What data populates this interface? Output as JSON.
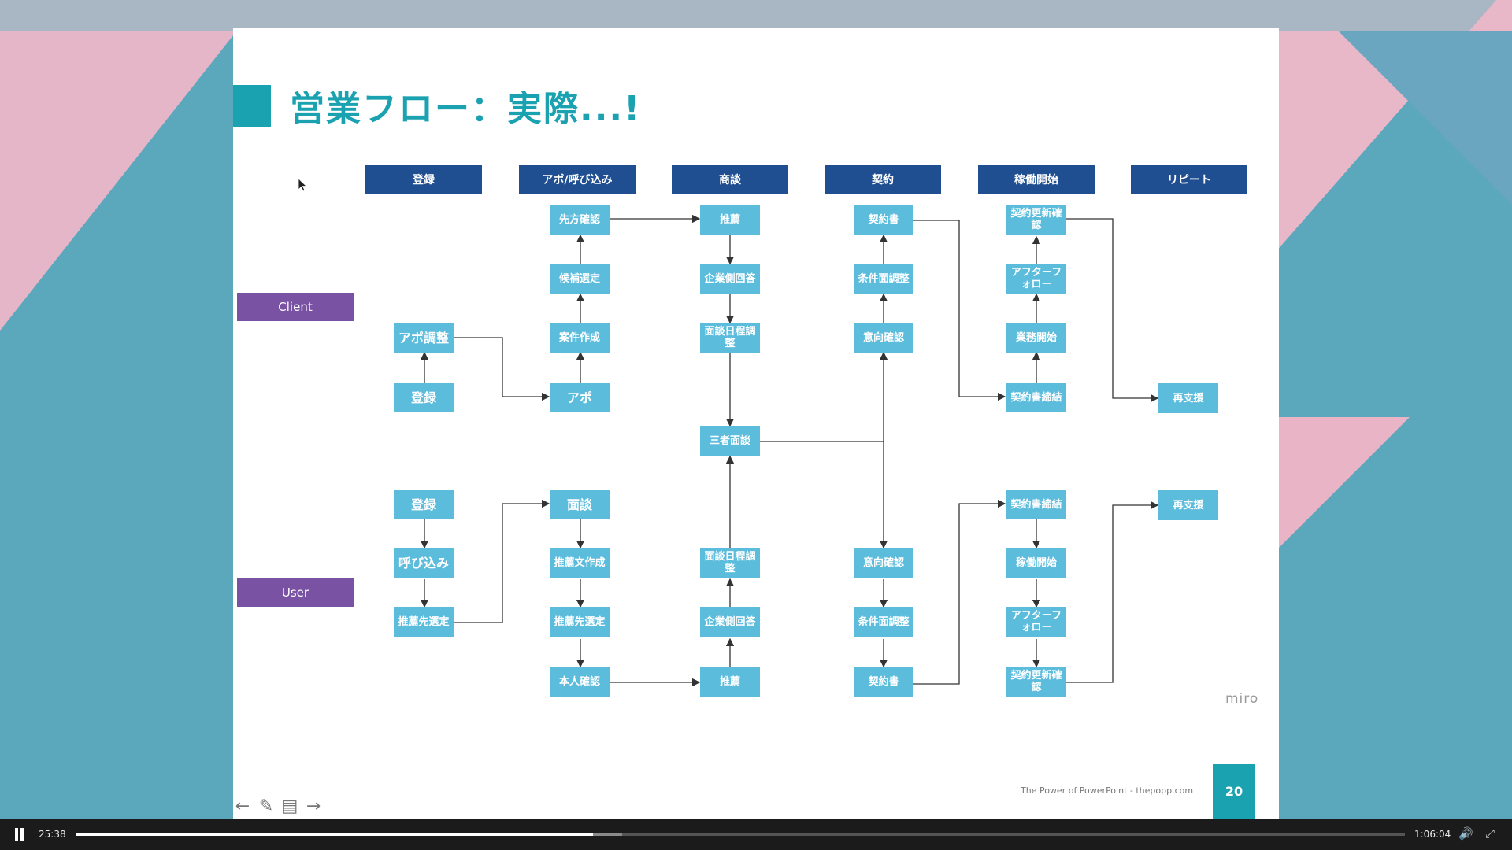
{
  "slide": {
    "title": "営業フロー：実際...!",
    "page_number": "20",
    "footer": "The Power of PowerPoint - thepopp.com",
    "watermark": "miro",
    "colors": {
      "accent": "#1aa2b0",
      "header": "#1f4e91",
      "role": "#7a52a3",
      "node": "#5bbcdc"
    }
  },
  "columns": [
    "登録",
    "アポ/呼び込み",
    "商談",
    "契約",
    "稼働開始",
    "リピート"
  ],
  "roles": {
    "client": "Client",
    "user": "User"
  },
  "nodes": {
    "c_apo_adjust": "アポ調整",
    "c_register": "登録",
    "c_sentaku": "先方確認",
    "c_kouho": "候補選定",
    "c_anken": "案件作成",
    "c_apo": "アポ",
    "c_suisen": "推薦",
    "c_kigyou_kaitou": "企業側回答",
    "c_mendan_nittei": "面談日程調整",
    "sansha_mendan": "三者面談",
    "c_keiyakusho": "契約書",
    "c_jouken": "条件面調整",
    "c_ikou": "意向確認",
    "c_koushin": "契約更新確認",
    "c_after": "アフターフォロー",
    "c_gyoumu": "業務開始",
    "c_teiketsu": "契約書締結",
    "c_re": "再支援",
    "u_register": "登録",
    "u_yobikomi": "呼び込み",
    "u_suisensaki": "推薦先選定",
    "u_mendan": "面談",
    "u_suisenbun": "推薦文作成",
    "u_suisensaki2": "推薦先選定",
    "u_honnin": "本人確認",
    "u_mendan_nittei": "面談日程調整",
    "u_kigyou_kaitou": "企業側回答",
    "u_suisen": "推薦",
    "u_ikou": "意向確認",
    "u_jouken": "条件面調整",
    "u_keiyakusho": "契約書",
    "u_teiketsu": "契約書締結",
    "u_kadou": "稼働開始",
    "u_after": "アフターフォロー",
    "u_koushin": "契約更新確認",
    "u_re": "再支援"
  },
  "player": {
    "current_time": "25:38",
    "total_time": "1:06:04",
    "progress": 0.389,
    "buffered": 0.411,
    "icons": [
      "pause-icon",
      "volume-icon",
      "fullscreen-icon"
    ]
  },
  "slide_nav_icons": [
    "arrow-left-icon",
    "pen-icon",
    "slides-icon",
    "arrow-right-icon"
  ]
}
